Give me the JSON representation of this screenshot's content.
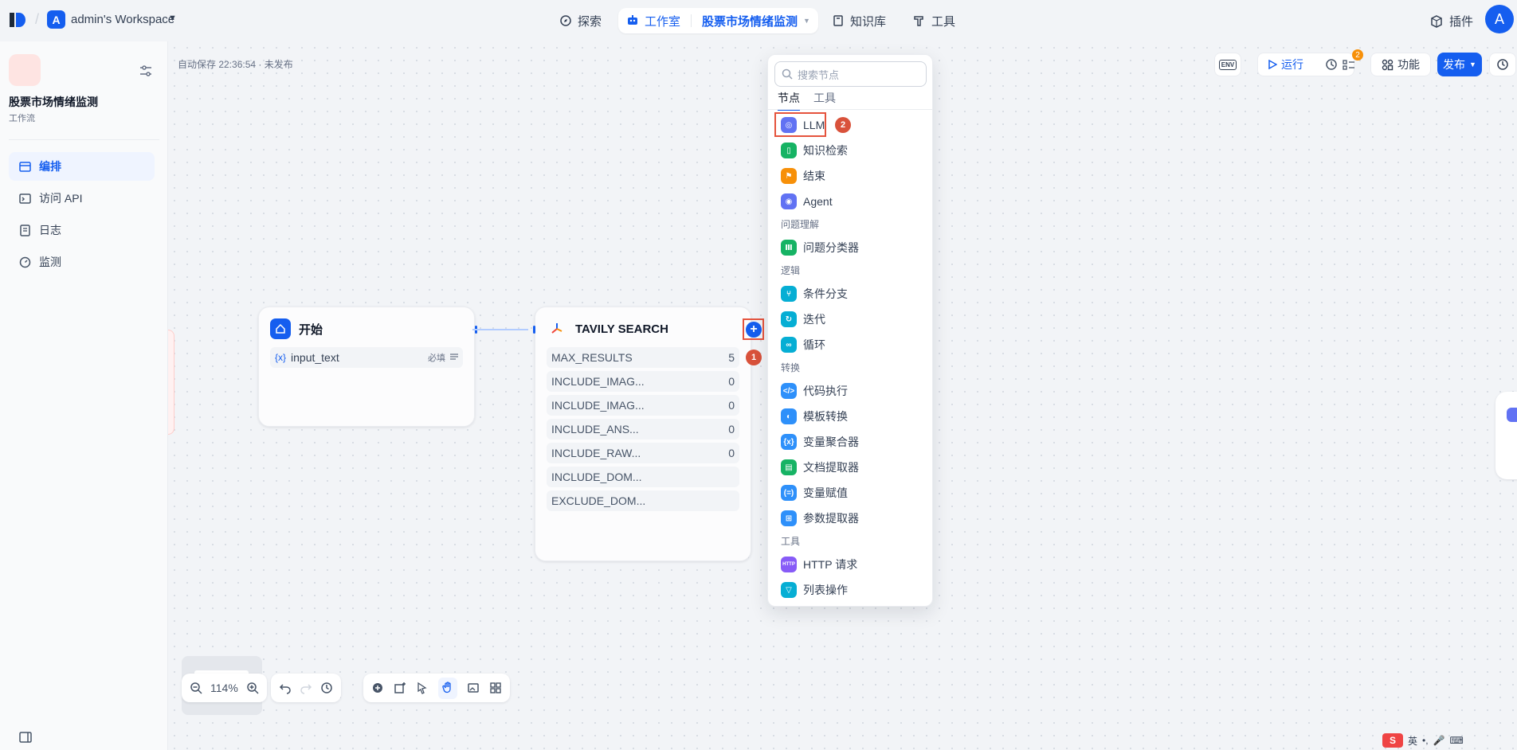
{
  "topbar": {
    "workspace_initial": "A",
    "workspace_name": "admin's Workspace",
    "nav_explore": "探索",
    "nav_studio": "工作室",
    "nav_app_name": "股票市场情绪监测",
    "nav_knowledge": "知识库",
    "nav_tools": "工具",
    "plugins": "插件",
    "avatar": "A"
  },
  "sidebar": {
    "app_title": "股票市场情绪监测",
    "app_type": "工作流",
    "items": [
      {
        "label": "编排",
        "icon": "layout-icon",
        "active": true
      },
      {
        "label": "访问 API",
        "icon": "terminal-icon",
        "active": false
      },
      {
        "label": "日志",
        "icon": "log-icon",
        "active": false
      },
      {
        "label": "监测",
        "icon": "monitor-icon",
        "active": false
      }
    ]
  },
  "canvas": {
    "autosave": "自动保存 22:36:54 · 未发布"
  },
  "start_node": {
    "title": "开始",
    "var_prefix": "{x}",
    "var_name": "input_text",
    "required": "必填"
  },
  "tavily_node": {
    "title": "TAVILY SEARCH",
    "params": [
      {
        "name": "MAX_RESULTS",
        "value": "5"
      },
      {
        "name": "INCLUDE_IMAG...",
        "value": "0"
      },
      {
        "name": "INCLUDE_IMAG...",
        "value": "0"
      },
      {
        "name": "INCLUDE_ANS...",
        "value": "0"
      },
      {
        "name": "INCLUDE_RAW...",
        "value": "0"
      },
      {
        "name": "INCLUDE_DOM...",
        "value": ""
      },
      {
        "name": "EXCLUDE_DOM...",
        "value": ""
      }
    ]
  },
  "annotations": {
    "step1": "1",
    "step2": "2"
  },
  "popup": {
    "search_placeholder": "搜索节点",
    "tab_nodes": "节点",
    "tab_tools": "工具",
    "items_a": [
      {
        "label": "LLM",
        "color": "#6172f3"
      },
      {
        "label": "知识检索",
        "color": "#16b364"
      },
      {
        "label": "结束",
        "color": "#f79009"
      },
      {
        "label": "Agent",
        "color": "#6172f3"
      }
    ],
    "group_question": "问题理解",
    "item_classifier": "问题分类器",
    "group_logic": "逻辑",
    "items_logic": [
      "条件分支",
      "迭代",
      "循环"
    ],
    "group_transform": "转换",
    "items_transform": [
      "代码执行",
      "模板转换",
      "变量聚合器",
      "文档提取器",
      "变量赋值",
      "参数提取器"
    ],
    "group_tools": "工具",
    "items_tools": [
      "HTTP 请求",
      "列表操作"
    ],
    "http_badge": "HTTP"
  },
  "toolbar": {
    "env": "ENV",
    "run": "运行",
    "checklist_count": "2",
    "features": "功能",
    "publish": "发布"
  },
  "zoom": {
    "level": "114%"
  },
  "ime": {
    "lang": "英",
    "logo": "S"
  }
}
